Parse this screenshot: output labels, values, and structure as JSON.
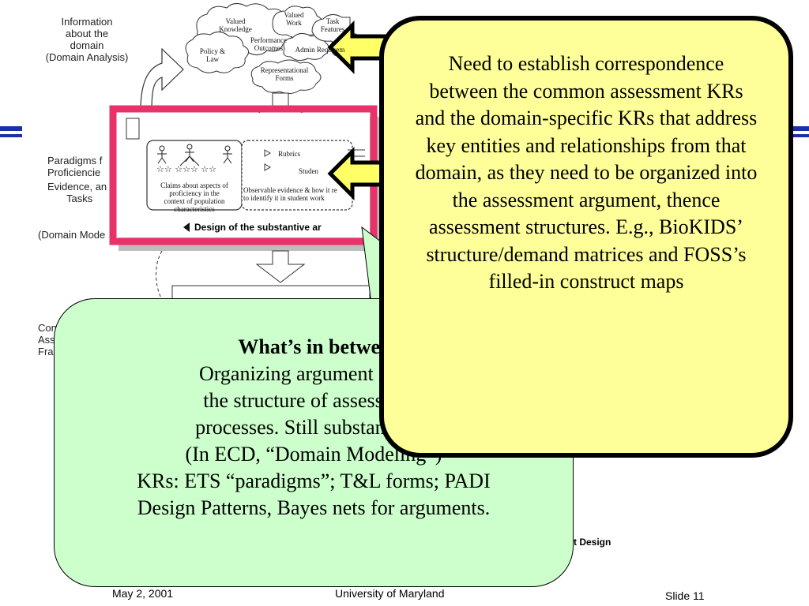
{
  "diagram": {
    "left_labels": {
      "domain_analysis": [
        "Information",
        "about the",
        "domain",
        "(Domain Analysis)"
      ],
      "paradigms": [
        "Paradigms f",
        "Proficiencie",
        "Evidence, an",
        "Tasks"
      ],
      "domain_modeling": "(Domain Mode",
      "conceptual": [
        "Con",
        "Ass",
        "Fra"
      ]
    },
    "clouds": {
      "valued_knowledge": "Valued Knowledge",
      "valued_work": "Valued Work",
      "task_features": "Task Features",
      "policy_law": "Policy & Law",
      "performance_outcomes": "Performance Outcomes",
      "admin_requirements": "Admin Requirem",
      "representational_forms": "Representational Forms"
    },
    "panel": {
      "claims_text": [
        "Claims about aspects of",
        "proficiency in the",
        "context of population",
        "characteristics"
      ],
      "rubrics": "Rubrics",
      "student": "Studen",
      "evidence_text": [
        "Observable evidence & how it re",
        "to identify it in student work"
      ],
      "caption": "Design of the substantive ar"
    },
    "bottom_right_text": "t Design"
  },
  "callouts": {
    "yellow": {
      "text": "Need to establish correspondence between the common assessment KRs and the domain-specific KRs that address key entities and relationships from that domain, as they need to be organized into the assessment argument, thence assessment structures.  E.g., BioKIDS’ structure/demand matrices and FOSS’s filled-in construct maps"
    },
    "green": {
      "title": "What’s in betwee",
      "lines": [
        "Organizing argument in KR",
        "the structure of assessment",
        "processes.  Still substantively",
        "(In ECD, “Domain Modeling”)",
        "KRs: ETS “paradigms”; T&L forms; PADI",
        "Design Patterns, Bayes nets for arguments."
      ]
    }
  },
  "footer": {
    "date": "May 2, 2001",
    "org": "University of Maryland",
    "slide": "Slide 11"
  },
  "colors": {
    "pink_frame": "#e8336a",
    "yellow_fill": "#ffff99",
    "green_fill": "#ccffcc",
    "arrow_fill": "#ffff66",
    "accent_bar": "#1a2fa8"
  }
}
